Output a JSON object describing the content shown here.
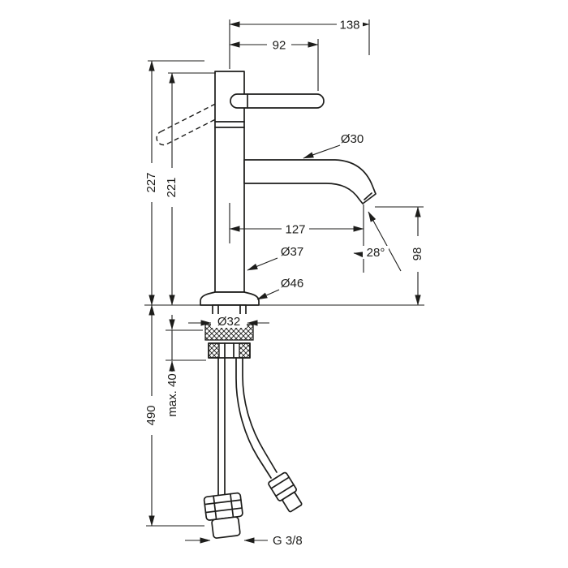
{
  "page": {
    "background": "#ffffff"
  },
  "drawing": {
    "name": "single-lever-basin-mixer-dimension-drawing",
    "line_color": "#1d1d1b",
    "dimensions": {
      "total_width": "138",
      "handle_width": "92",
      "height_handle_raised": "227",
      "height_body_top": "221",
      "spout_diameter": "Ø30",
      "spout_reach": "127",
      "body_diameter": "Ø37",
      "base_diameter": "Ø46",
      "shank_diameter": "Ø32",
      "spout_angle": "28°",
      "outlet_height": "98",
      "hose_length": "490",
      "max_mounting_depth": "max. 40",
      "connection_thread": "G 3/8"
    }
  }
}
